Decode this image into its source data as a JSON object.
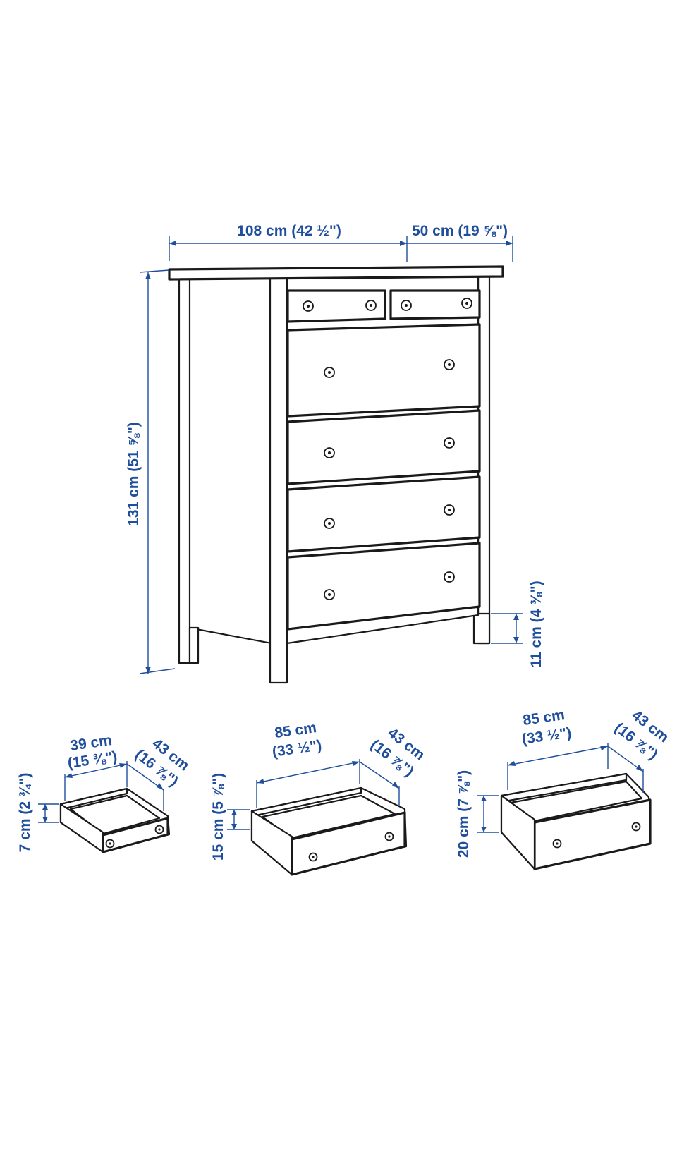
{
  "dimensions": {
    "width": "108 cm (42 ½\")",
    "depth": "50 cm (19 ⅝\")",
    "height": "131 cm (51 ⅝\")",
    "floor_clearance": "11 cm (4 ⅜\")"
  },
  "small_drawer": {
    "width_cm": "39 cm",
    "width_in": "(15 ⅜\")",
    "depth_cm": "43 cm",
    "depth_in": "(16 ⅞\")",
    "height": "7 cm (2 ¾\")"
  },
  "medium_drawer": {
    "width_cm": "85 cm",
    "width_in": "(33 ½\")",
    "depth_cm": "43 cm",
    "depth_in": "(16 ⅞\")",
    "height": "15 cm (5 ⅞\")"
  },
  "large_drawer": {
    "width_cm": "85 cm",
    "width_in": "(33 ½\")",
    "depth_cm": "43 cm",
    "depth_in": "(16 ⅞\")",
    "height": "20 cm (7 ⅞\")"
  },
  "colors": {
    "dimension": "#1f4e9c",
    "line": "#1a1a1a",
    "background": "#ffffff"
  }
}
